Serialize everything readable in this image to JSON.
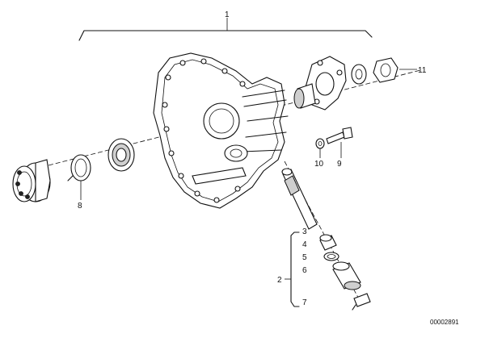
{
  "diagram": {
    "labels": {
      "l1": "1",
      "l2": "2",
      "l3": "3",
      "l4": "4",
      "l5": "5",
      "l6": "6",
      "l7": "7",
      "l8": "8",
      "l9": "9",
      "l10": "10",
      "l11": "11"
    },
    "drawing_code": "00002891"
  }
}
